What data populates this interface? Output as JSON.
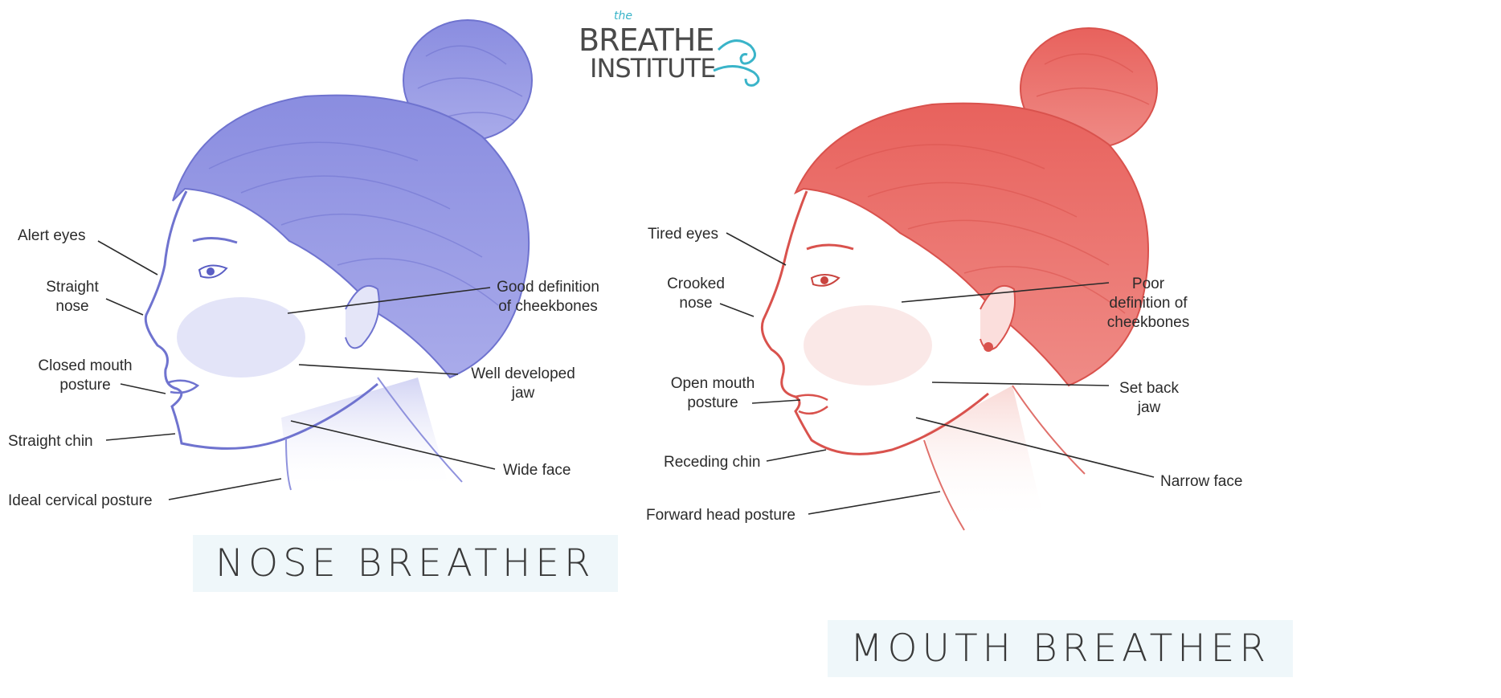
{
  "logo": {
    "the": "the",
    "line1": "BREATHE",
    "line2": "INSTITUTE",
    "colors": {
      "text": "#4a4a4a",
      "accent": "#3ab4c9"
    }
  },
  "panels": [
    {
      "title": "NOSE BREATHER",
      "color": "#7b7fd8",
      "labels_left": [
        "Alert eyes",
        "Straight nose",
        "Closed mouth posture",
        "Straight chin",
        "Ideal cervical posture"
      ],
      "labels_right": [
        "Good definition of cheekbones",
        "Well developed jaw",
        "Wide face"
      ]
    },
    {
      "title": "MOUTH BREATHER",
      "color": "#e4645f",
      "labels_left": [
        "Tired eyes",
        "Crooked nose",
        "Open mouth posture",
        "Receding chin",
        "Forward head posture"
      ],
      "labels_right": [
        "Poor definition of cheekbones",
        "Set back jaw",
        "Narrow face"
      ]
    }
  ],
  "text": {
    "n_alert": "Alert eyes",
    "n_straight_nose_1": "Straight",
    "n_straight_nose_2": "nose",
    "n_closed_1": "Closed mouth",
    "n_closed_2": "posture",
    "n_chin": "Straight chin",
    "n_cervical": "Ideal cervical posture",
    "n_cheek_1": "Good definition",
    "n_cheek_2": "of cheekbones",
    "n_jaw_1": "Well developed",
    "n_jaw_2": "jaw",
    "n_wide": "Wide face",
    "m_tired": "Tired eyes",
    "m_nose_1": "Crooked",
    "m_nose_2": "nose",
    "m_open_1": "Open mouth",
    "m_open_2": "posture",
    "m_chin": "Receding chin",
    "m_forward": "Forward head posture",
    "m_cheek_1": "Poor",
    "m_cheek_2": "definition of",
    "m_cheek_3": "cheekbones",
    "m_jaw_1": "Set back",
    "m_jaw_2": "jaw",
    "m_narrow": "Narrow face",
    "title_nose": "NOSE BREATHER",
    "title_mouth": "MOUTH BREATHER"
  }
}
